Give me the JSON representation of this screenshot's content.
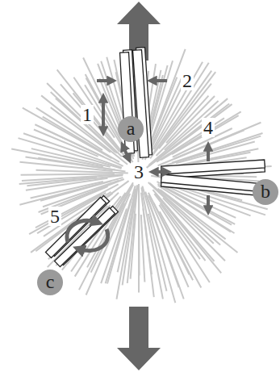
{
  "diagram": {
    "nodes": [
      {
        "text": [
          "a"
        ]
      },
      {
        "text": [
          "b"
        ]
      },
      {
        "text": [
          "c"
        ]
      }
    ],
    "labels": [
      "1",
      "2",
      "3",
      "4",
      "5"
    ]
  }
}
